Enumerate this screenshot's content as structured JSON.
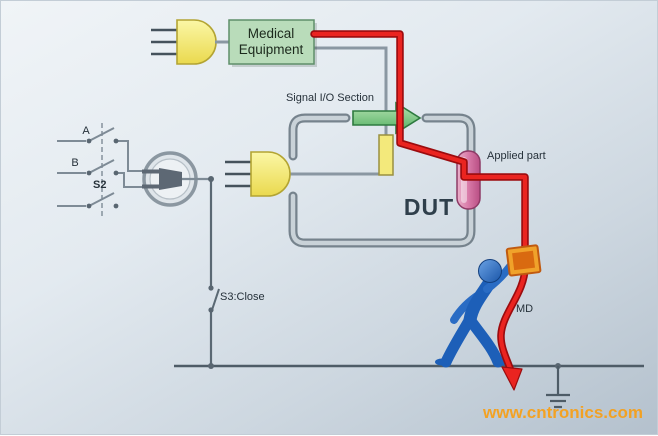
{
  "diagram": {
    "labels": {
      "medical_line1": "Medical",
      "medical_line2": "Equipment",
      "signal_io": "Signal I/O Section",
      "dut": "DUT",
      "applied_part": "Applied part",
      "md": "MD",
      "s3": "S3:Close",
      "s2": "S2",
      "pole_a": "A",
      "pole_b": "B"
    },
    "watermark": "www.cntronics.com",
    "colors": {
      "red_path": "#e8211d",
      "green_box": "#b9dcba",
      "arrow_green": "#5fb468",
      "plug_yellow": "#f5ee7d",
      "cylinder_pink": "#d87aa8",
      "md_orange": "#ef8c1f",
      "person_blue": "#1d5fb8",
      "wire_gray": "#8a97a2",
      "watermark_orange": "#f6a01a"
    }
  }
}
